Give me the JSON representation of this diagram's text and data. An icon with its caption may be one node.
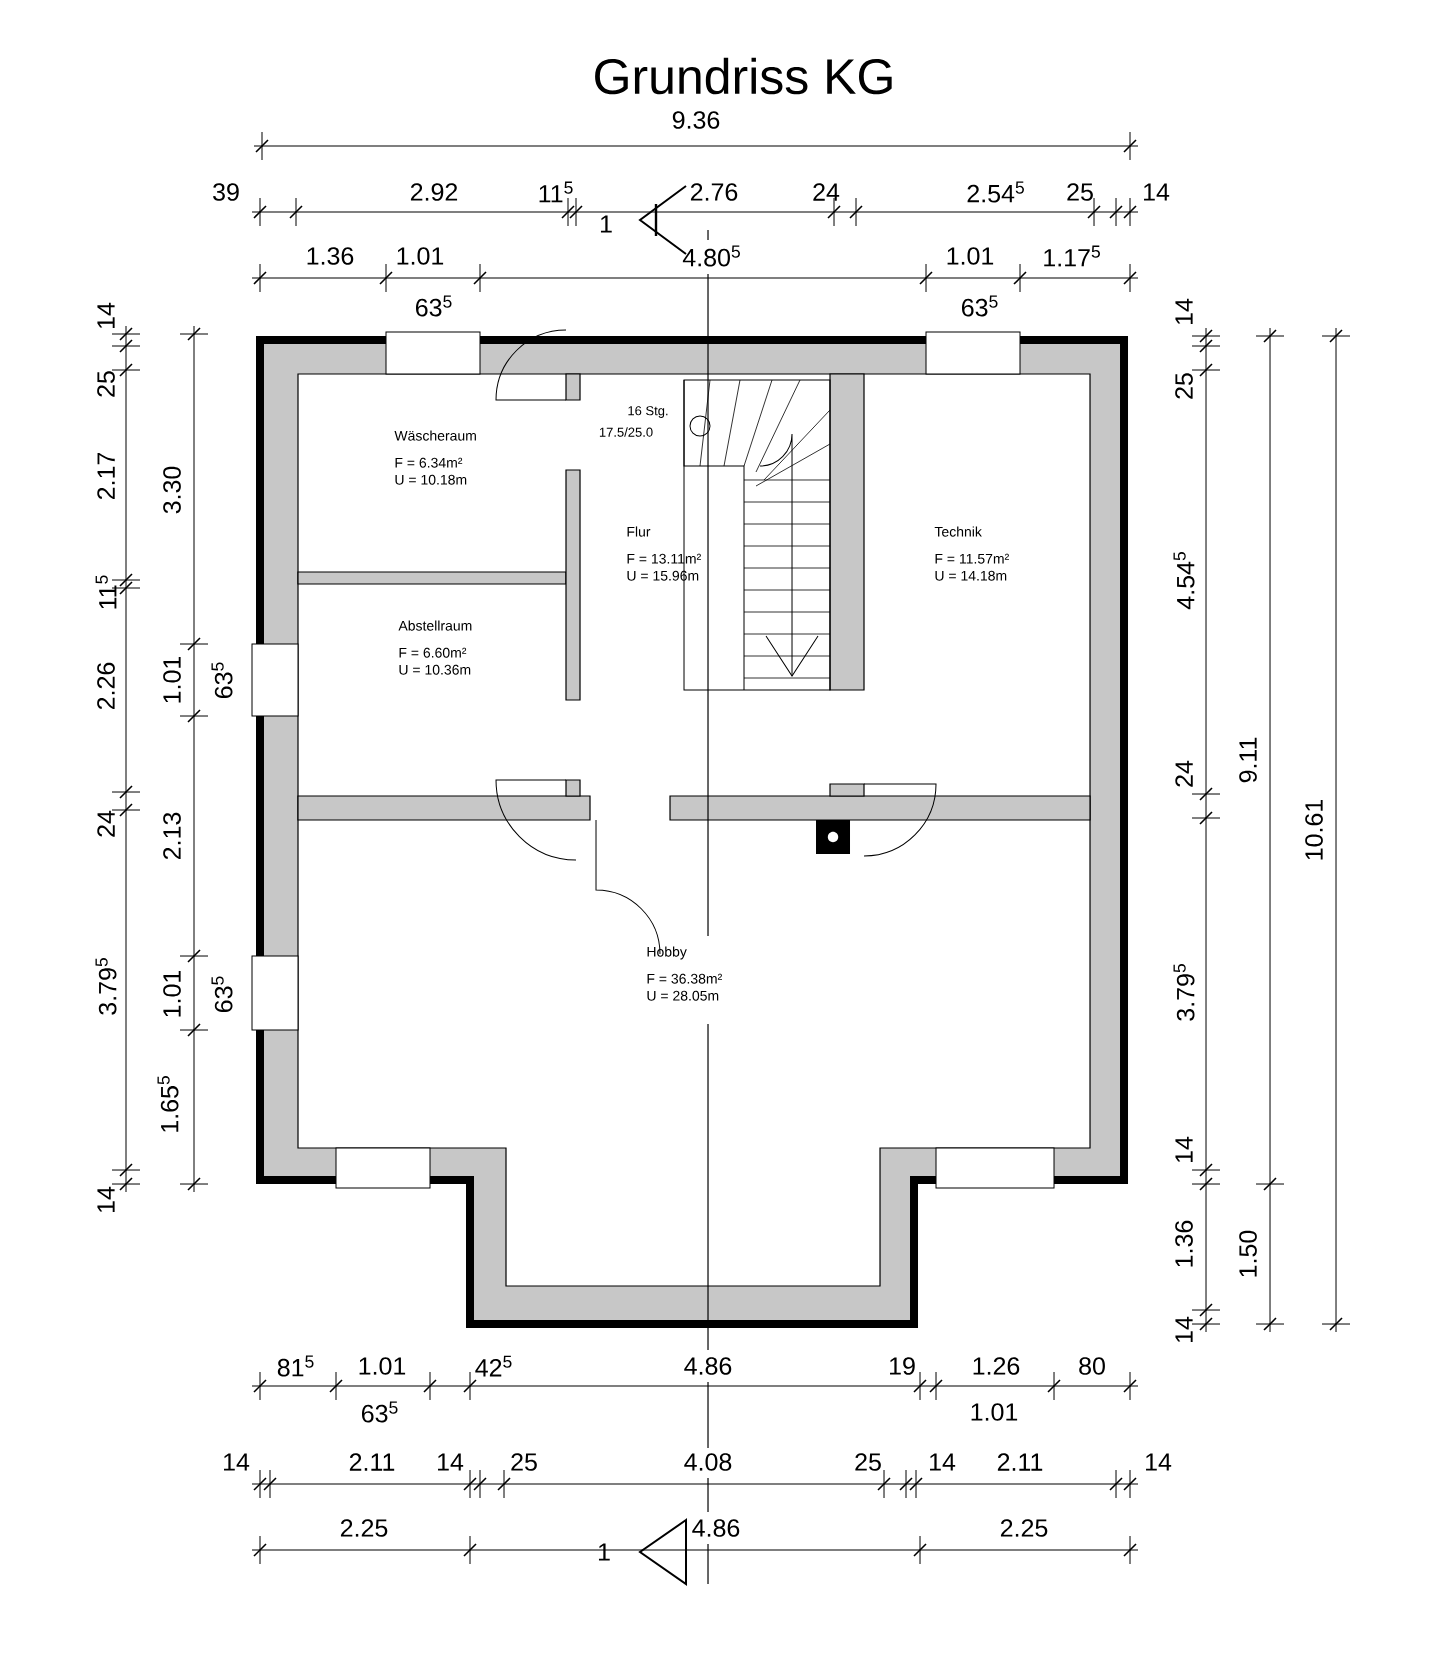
{
  "diagram": {
    "title": "Grundriss KG",
    "nodes": [
      {
        "text": [
          "Wäscheraum",
          "F = 6.34m²",
          "U = 10.18m"
        ]
      },
      {
        "text": [
          "Abstellraum",
          "F = 6.60m²",
          "U = 10.36m"
        ]
      },
      {
        "text": [
          "Flur",
          "F = 13.11m²",
          "U = 15.96m"
        ]
      },
      {
        "text": [
          "Technik",
          "F = 11.57m²",
          "U = 14.18m"
        ]
      },
      {
        "text": [
          "Hobby",
          "F = 36.38m²",
          "U = 28.05m"
        ]
      }
    ],
    "labels": [
      "9.36",
      "39",
      "2.92",
      "11$^{5}$",
      "2.76",
      "24",
      "2.54$^{5}$",
      "25",
      "14",
      "1",
      "1.36",
      "1.01",
      "4.80$^{5}$",
      "1.01",
      "1.17$^{5}$",
      "14",
      "63$^{5}$",
      "63$^{5}$",
      "14",
      "25",
      "2.17",
      "11$^{5}$",
      "2.26",
      "24",
      "3.79$^{5}$",
      "14",
      "3.30",
      "1.01",
      "63$^{5}$",
      "2.13",
      "1.01",
      "63$^{5}$",
      "1.65$^{5}$",
      "16 Stg.",
      "17.5/25.0",
      "25",
      "4.54$^{5}$",
      "24",
      "3.79$^{5}$",
      "14",
      "1.36",
      "14",
      "9.11",
      "1.50",
      "10.61",
      "81$^{5}$",
      "1.01",
      "42$^{5}$",
      "4.86",
      "19",
      "1.26",
      "80",
      "63$^{5}$",
      "1.01",
      "14",
      "2.11",
      "14",
      "25",
      "4.08",
      "25",
      "14",
      "2.11",
      "14",
      "2.25",
      "4.86",
      "2.25",
      "1"
    ]
  }
}
